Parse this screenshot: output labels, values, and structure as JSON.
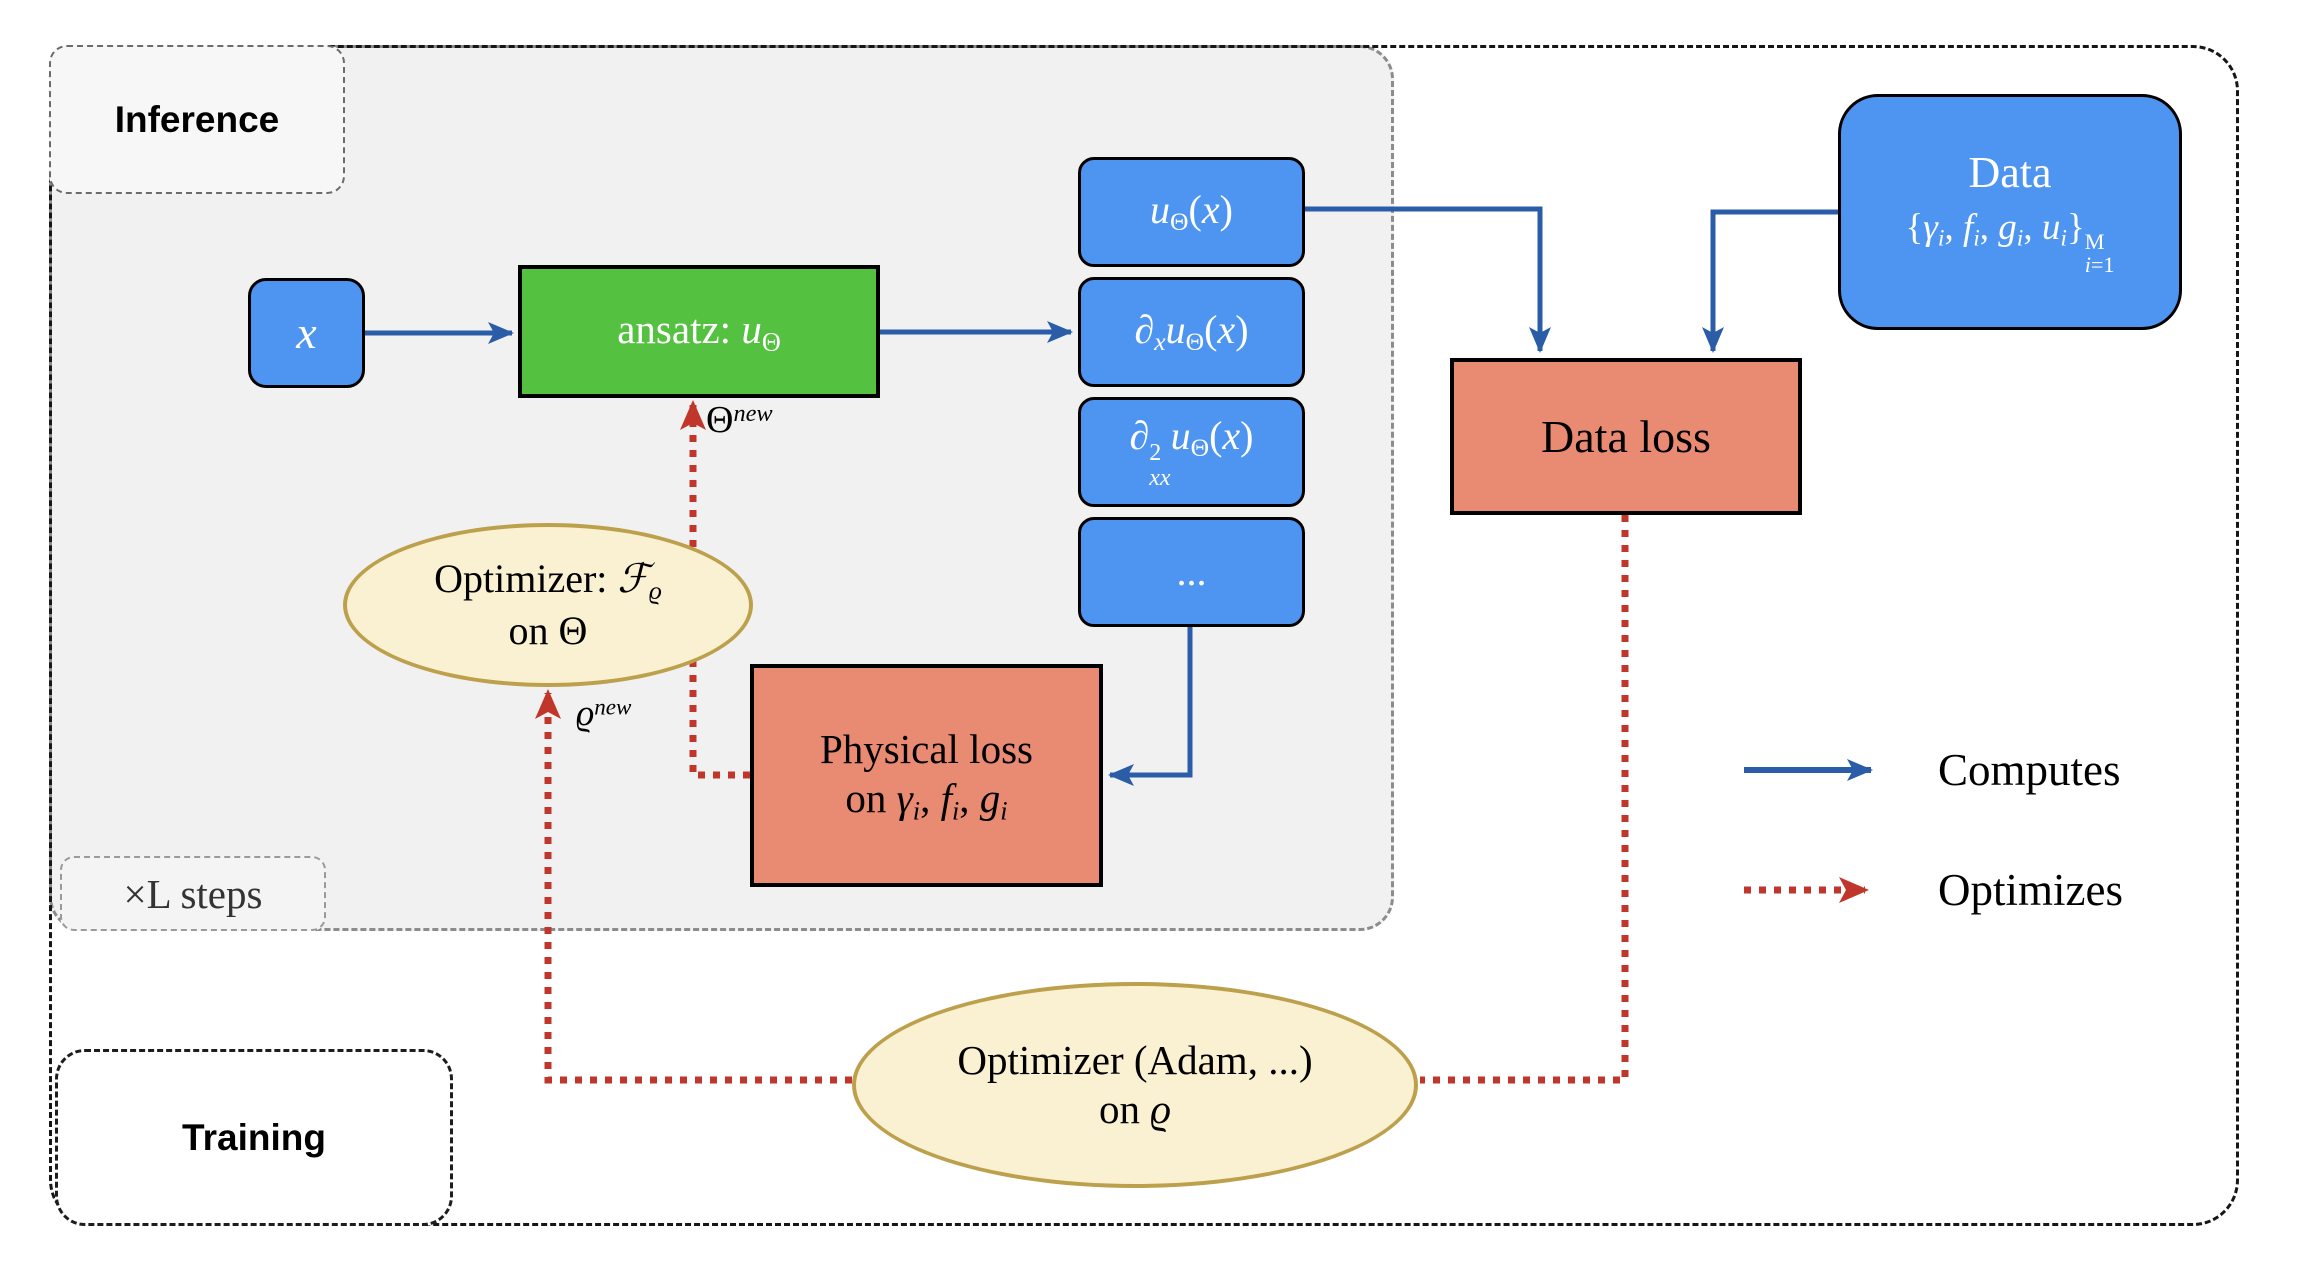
{
  "panels": {
    "inference_label": "Inference",
    "training_label": "Training",
    "xl_steps_label": "×L steps"
  },
  "nodes": {
    "x_input": {
      "label": "*x*"
    },
    "ansatz": {
      "label": "ansatz: *u*_{Θ}"
    },
    "outputs": [
      {
        "label": "*u*_{Θ}(*x*)"
      },
      {
        "label": "*∂*_{*x*}*u*_{Θ}(*x*)"
      },
      {
        "label": "*∂*^{2}_{*xx*}*u*_{Θ}(*x*)"
      },
      {
        "label": "..."
      }
    ],
    "data": {
      "title": "Data",
      "set": "{*γ*_{*i*}, *f*_{*i*}, *g*_{*i*}, *u*_{*i*}}^{M}_{*i*=1}"
    },
    "data_loss": {
      "label": "Data loss"
    },
    "physical_loss": {
      "line1": "Physical loss",
      "line2": "on *γ*_{*i*}, *f*_{*i*}, *g*_{*i*}"
    },
    "optimizer_inner": {
      "line1": "Optimizer: *ℱ*_{*ϱ*}",
      "line2": "on Θ"
    },
    "optimizer_outer": {
      "line1": "Optimizer (Adam, ...)",
      "line2": "on *ϱ*"
    }
  },
  "edge_labels": {
    "theta_new": "Θ^{*new*}",
    "rho_new": "*ϱ*^{*new*}"
  },
  "legend": {
    "computes": "Computes",
    "optimizes": "Optimizes"
  },
  "colors": {
    "blue": "#4e95f1",
    "green": "#54c140",
    "salmon": "#e98a72",
    "cream": "#faf1d3",
    "cream_border": "#bda04b",
    "arrow_blue": "#2b5ca8",
    "arrow_red": "#c0362b",
    "panel_gray": "#f1f1f2"
  }
}
